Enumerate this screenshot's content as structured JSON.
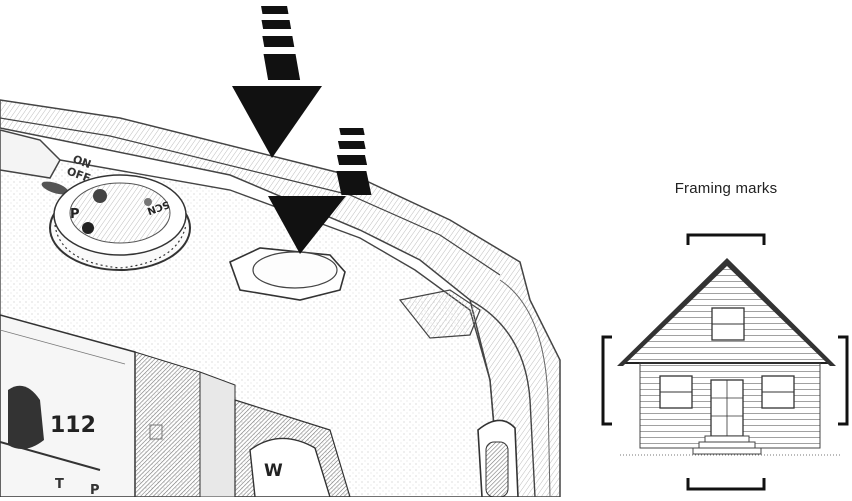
{
  "caption": {
    "framing_marks": "Framing marks"
  },
  "camera": {
    "mode_dial_labels": [
      "ON",
      "OFF",
      "P",
      "SCN"
    ],
    "lcd_number": "112",
    "lcd_letters": [
      "T",
      "P"
    ],
    "zoom_label": "W"
  }
}
